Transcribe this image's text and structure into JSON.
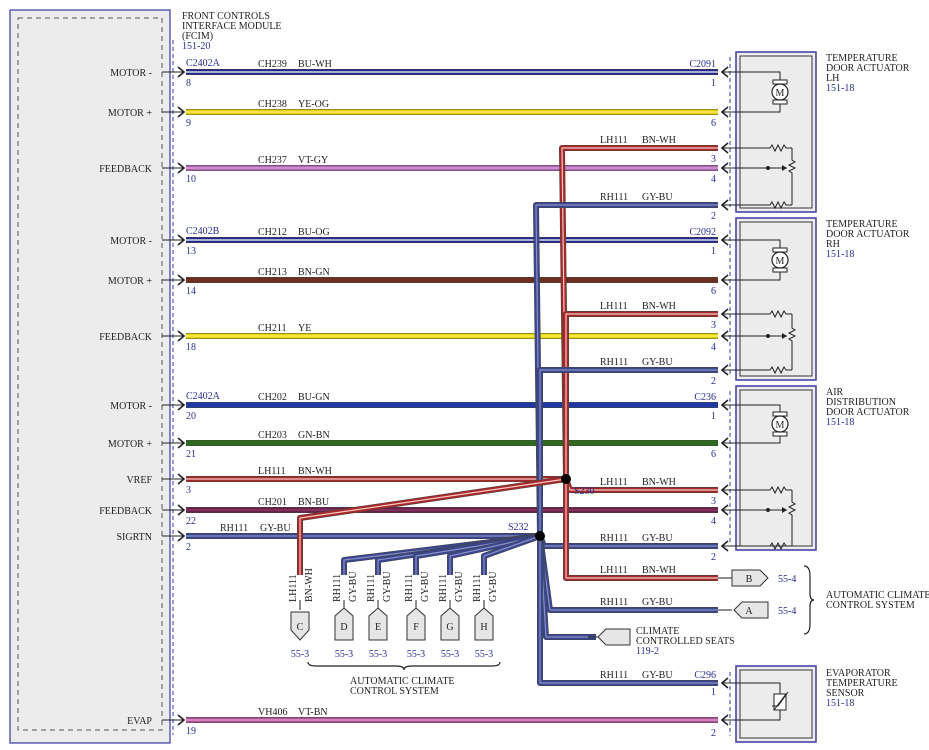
{
  "module": {
    "name_lines": [
      "FRONT CONTROLS",
      "INTERFACE MODULE",
      "(FCIM)"
    ],
    "ref": "151-20"
  },
  "colors": {
    "BU-WH": {
      "main": "#1f2a8c",
      "stripe": "#ffffff"
    },
    "YE-OG": {
      "main": "#e8d200",
      "stripe": "#f3e98a"
    },
    "VT-GY": {
      "main": "#b565b5",
      "stripe": "#d9a8d9"
    },
    "BU-OG": {
      "main": "#1f2a8c",
      "stripe": "#ffffff"
    },
    "BN-GN": {
      "main": "#6b3020",
      "stripe": "#6b3020"
    },
    "YE": {
      "main": "#e8d800",
      "stripe": "#f6ef80"
    },
    "BU-GN": {
      "main": "#1f3aa0",
      "stripe": "#1f3aa0"
    },
    "GN-BN": {
      "main": "#2f6a1e",
      "stripe": "#2f6a1e"
    },
    "BN-WH": {
      "main": "#a82828",
      "stripe": "#f5c8c8"
    },
    "BN-BU": {
      "main": "#6a1f4a",
      "stripe": "#8a3a6a"
    },
    "GY-BU": {
      "main": "#3a4690",
      "stripe": "#8a90c0"
    },
    "VT-BN": {
      "main": "#b5509a",
      "stripe": "#e0a0cc"
    }
  },
  "wires": [
    {
      "pin_name": "MOTOR -",
      "connector": "C2402A",
      "pin": "8",
      "circuit": "CH239",
      "color": "BU-WH",
      "dest_connector": "C2091",
      "dest_pin": "1"
    },
    {
      "pin_name": "MOTOR +",
      "connector": "",
      "pin": "9",
      "circuit": "CH238",
      "color": "YE-OG",
      "dest_connector": "",
      "dest_pin": "6"
    },
    {
      "pin_name": "FEEDBACK",
      "connector": "",
      "pin": "10",
      "circuit": "CH237",
      "color": "VT-GY",
      "dest_connector": "",
      "dest_pin": "4"
    },
    {
      "pin_name": "MOTOR -",
      "connector": "C2402B",
      "pin": "13",
      "circuit": "CH212",
      "color": "BU-OG",
      "dest_connector": "C2092",
      "dest_pin": "1"
    },
    {
      "pin_name": "MOTOR +",
      "connector": "",
      "pin": "14",
      "circuit": "CH213",
      "color": "BN-GN",
      "dest_connector": "",
      "dest_pin": "6"
    },
    {
      "pin_name": "FEEDBACK",
      "connector": "",
      "pin": "18",
      "circuit": "CH211",
      "color": "YE",
      "dest_connector": "",
      "dest_pin": "4"
    },
    {
      "pin_name": "MOTOR -",
      "connector": "C2402A",
      "pin": "20",
      "circuit": "CH202",
      "color": "BU-GN",
      "dest_connector": "C236",
      "dest_pin": "1"
    },
    {
      "pin_name": "MOTOR +",
      "connector": "",
      "pin": "21",
      "circuit": "CH203",
      "color": "GN-BN",
      "dest_connector": "",
      "dest_pin": "6"
    },
    {
      "pin_name": "VREF",
      "connector": "",
      "pin": "3",
      "circuit": "LH111",
      "color": "BN-WH",
      "dest_connector": "",
      "dest_pin": ""
    },
    {
      "pin_name": "FEEDBACK",
      "connector": "",
      "pin": "22",
      "circuit": "CH201",
      "color": "BN-BU",
      "dest_connector": "",
      "dest_pin": "4"
    },
    {
      "pin_name": "SIGRTN",
      "connector": "",
      "pin": "2",
      "circuit": "RH111",
      "color": "GY-BU",
      "dest_connector": "",
      "dest_pin": ""
    },
    {
      "pin_name": "EVAP",
      "connector": "",
      "pin": "19",
      "circuit": "VH406",
      "color": "VT-BN",
      "dest_connector": "",
      "dest_pin": "2"
    }
  ],
  "branch_wires": [
    {
      "circuit": "LH111",
      "color": "BN-WH",
      "dest_pin": "3",
      "group": 0
    },
    {
      "circuit": "RH111",
      "color": "GY-BU",
      "dest_pin": "2",
      "group": 0
    },
    {
      "circuit": "LH111",
      "color": "BN-WH",
      "dest_pin": "3",
      "group": 1
    },
    {
      "circuit": "RH111",
      "color": "GY-BU",
      "dest_pin": "2",
      "group": 1
    },
    {
      "circuit": "LH111",
      "color": "BN-WH",
      "dest_pin": "3",
      "group": 2
    },
    {
      "circuit": "RH111",
      "color": "GY-BU",
      "dest_pin": "2",
      "group": 2
    },
    {
      "circuit": "LH111",
      "color": "BN-WH",
      "dest_pin": "",
      "group": 3
    },
    {
      "circuit": "RH111",
      "color": "GY-BU",
      "dest_pin": "",
      "group": 3
    },
    {
      "circuit": "RH111",
      "color": "GY-BU",
      "dest_pin": "1",
      "group": 4,
      "dest_connector": "C296"
    }
  ],
  "splices": [
    {
      "name": "S230"
    },
    {
      "name": "S232"
    }
  ],
  "components": [
    {
      "name_lines": [
        "TEMPERATURE",
        "DOOR ACTUATOR",
        "LH"
      ],
      "ref": "151-18"
    },
    {
      "name_lines": [
        "TEMPERATURE",
        "DOOR ACTUATOR",
        "RH"
      ],
      "ref": "151-18"
    },
    {
      "name_lines": [
        "AIR",
        "DISTRIBUTION",
        "DOOR ACTUATOR"
      ],
      "ref": "151-18"
    },
    {
      "name_lines": [
        "EVAPORATOR",
        "TEMPERATURE",
        "SENSOR"
      ],
      "ref": "151-18"
    }
  ],
  "right_connectors": [
    {
      "letter": "B",
      "ref": "55-4",
      "circuit": "LH111",
      "color": "BN-WH"
    },
    {
      "letter": "A",
      "ref": "55-4",
      "circuit": "RH111",
      "color": "GY-BU"
    }
  ],
  "right_group_label": [
    "AUTOMATIC CLIMATE",
    "CONTROL SYSTEM"
  ],
  "seats": {
    "name_lines": [
      "CLIMATE",
      "CONTROLLED SEATS"
    ],
    "ref": "119-2"
  },
  "bottom_connectors": [
    {
      "letter": "C",
      "ref": "55-3",
      "circuit": "LH111",
      "color": "BN-WH"
    },
    {
      "letter": "D",
      "ref": "55-3",
      "circuit": "RH111",
      "color": "GY-BU"
    },
    {
      "letter": "E",
      "ref": "55-3",
      "circuit": "RH111",
      "color": "GY-BU"
    },
    {
      "letter": "F",
      "ref": "55-3",
      "circuit": "RH111",
      "color": "GY-BU"
    },
    {
      "letter": "G",
      "ref": "55-3",
      "circuit": "RH111",
      "color": "GY-BU"
    },
    {
      "letter": "H",
      "ref": "55-3",
      "circuit": "RH111",
      "color": "GY-BU"
    }
  ],
  "bottom_group_label": [
    "AUTOMATIC CLIMATE",
    "CONTROL SYSTEM"
  ]
}
